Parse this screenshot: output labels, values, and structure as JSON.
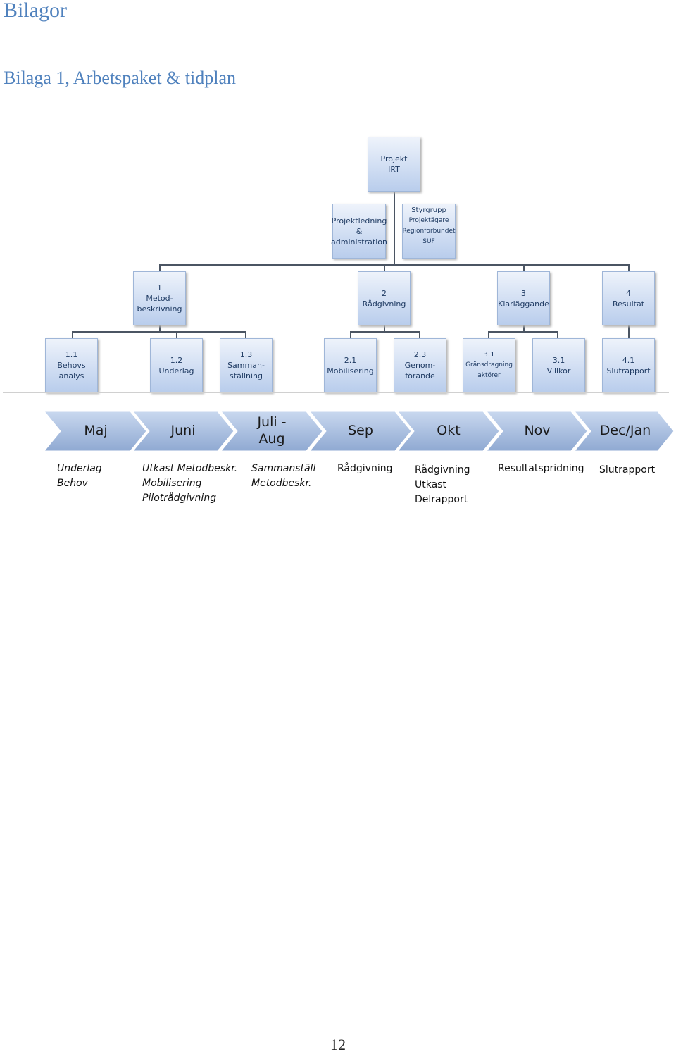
{
  "heading": "Bilagor",
  "subheading": "Bilaga 1, Arbetspaket & tidplan",
  "org": {
    "root": [
      "Projekt",
      "IRT"
    ],
    "admin": [
      "Projektledning",
      "&",
      "administration"
    ],
    "steering": [
      "Styrgrupp",
      "Projektägare",
      "Regionförbundet",
      "SUF"
    ],
    "level1": [
      [
        "1",
        "Metod-",
        "beskrivning"
      ],
      [
        "2",
        "Rådgivning"
      ],
      [
        "3",
        "Klarläggande"
      ],
      [
        "4",
        "Resultat"
      ]
    ],
    "level2": [
      [
        "1.1",
        "Behovs",
        "analys"
      ],
      [
        "1.2",
        "Underlag"
      ],
      [
        "1.3",
        "Samman-",
        "ställning"
      ],
      [
        "2.1",
        "Mobilisering"
      ],
      [
        "2.3",
        "Genom-",
        "förande"
      ],
      [
        "3.1",
        "Gränsdragning",
        "aktörer"
      ],
      [
        "3.1",
        "Villkor"
      ],
      [
        "4.1",
        "Slutrapport"
      ]
    ]
  },
  "timeline": {
    "months": [
      "Maj",
      "Juni",
      "Juli -\nAug",
      "Sep",
      "Okt",
      "Nov",
      "Dec/Jan"
    ],
    "notes": [
      [
        "Underlag",
        "Behov"
      ],
      [
        "Utkast Metodbeskr.",
        "Mobilisering",
        "Pilotrådgivning"
      ],
      [
        "Sammanställ",
        "Metodbeskr."
      ],
      [
        "Rådgivning"
      ],
      [
        "Rådgivning",
        "Utkast",
        "Delrapport"
      ],
      [
        "Resultatspridning"
      ],
      [
        "Slutrapport"
      ]
    ]
  },
  "page_number": "12",
  "colors": {
    "heading": "#4f81bd",
    "box_top": "#eef3fb",
    "box_bottom": "#b9cdec",
    "chevron": "#a9c0e4"
  }
}
